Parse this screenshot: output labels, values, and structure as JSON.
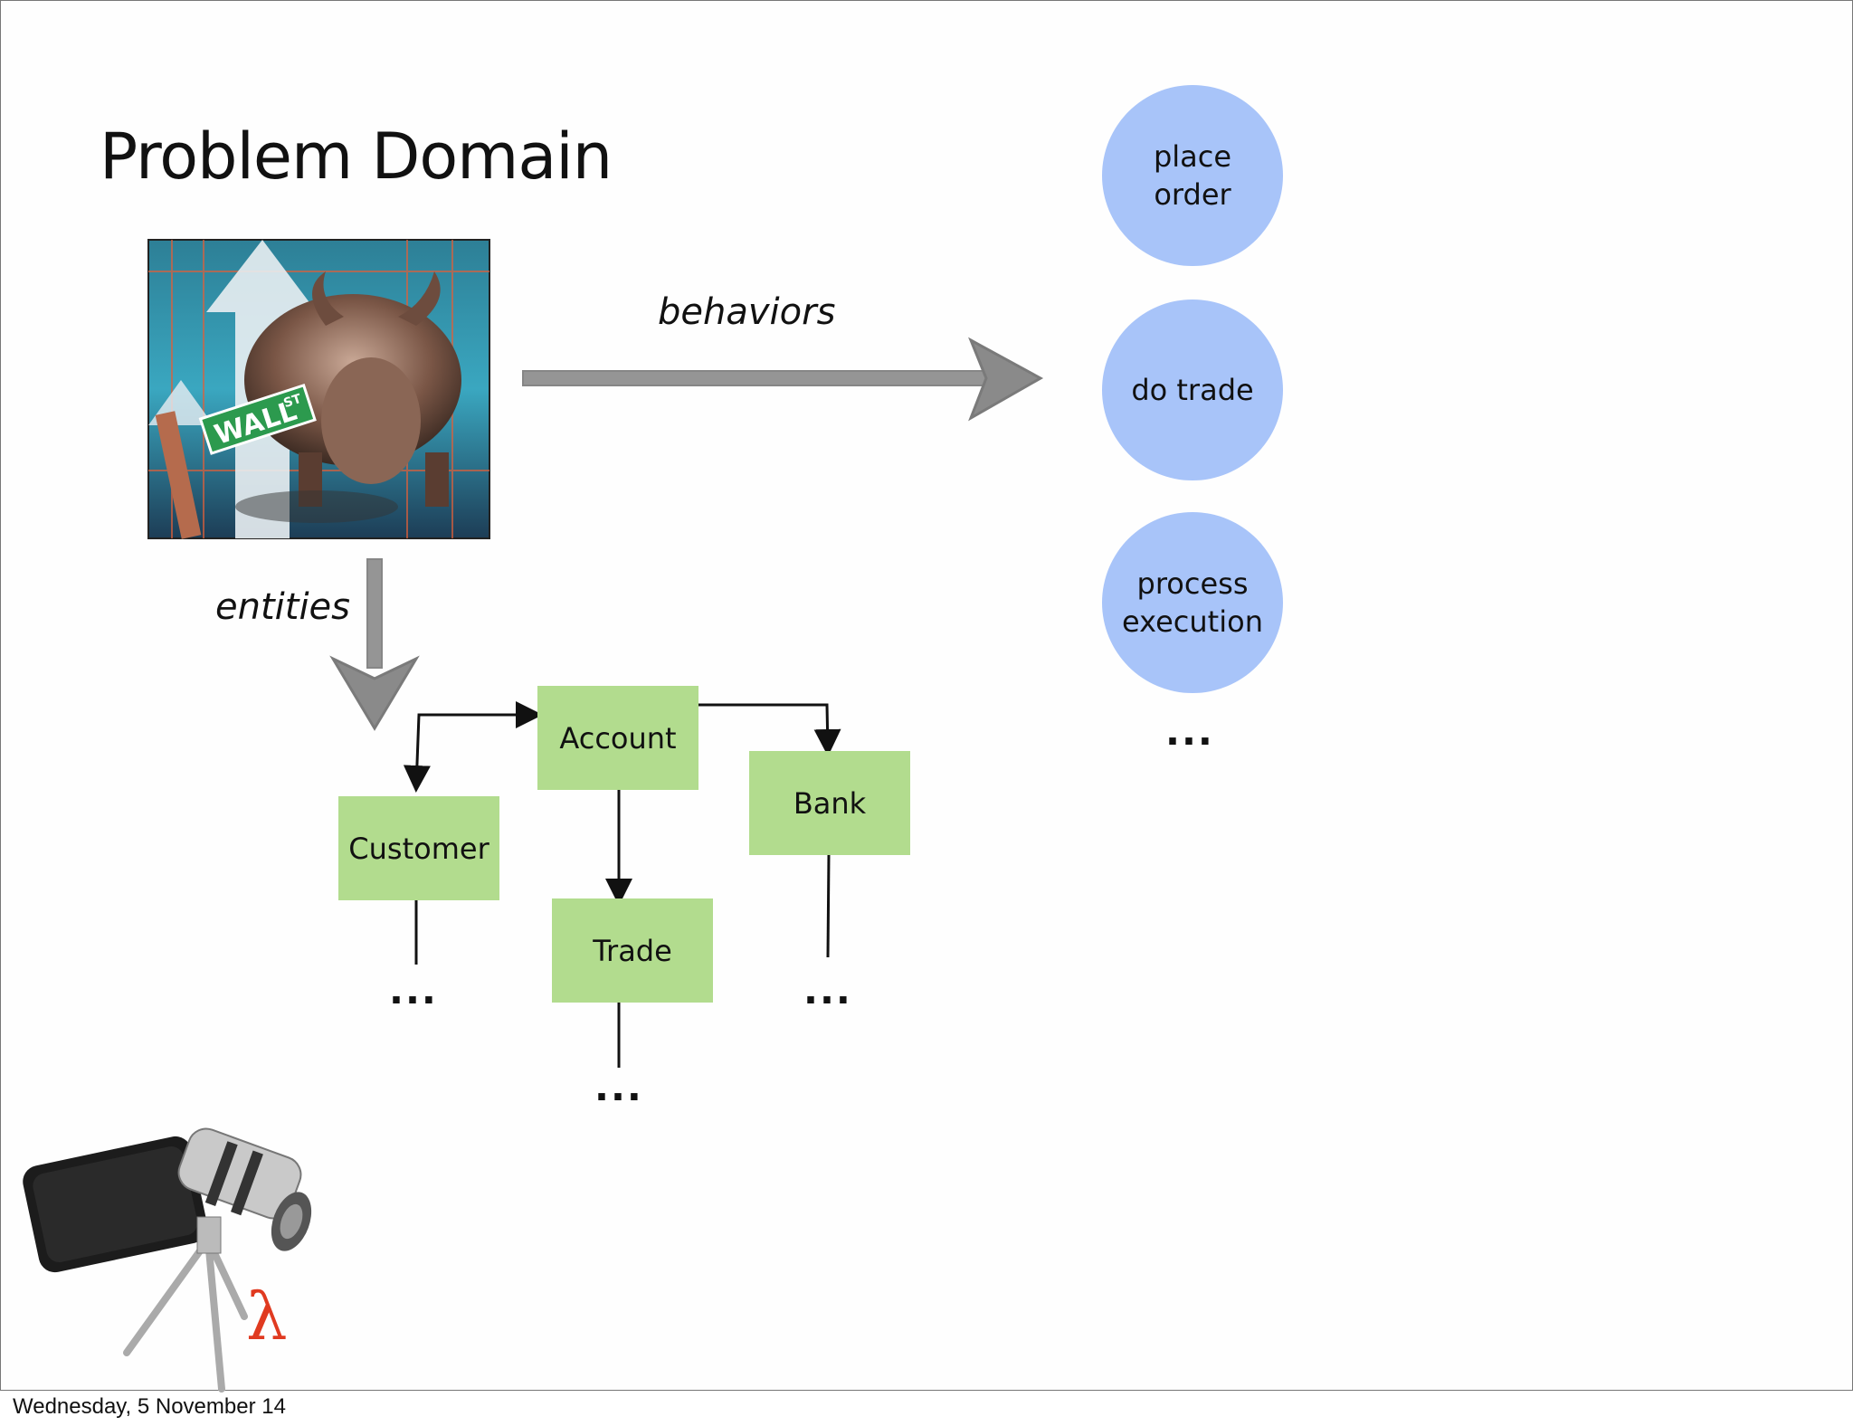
{
  "slide": {
    "title": "Problem Domain",
    "footer_date": "Wednesday, 5 November 14"
  },
  "captions": {
    "behaviors": "behaviors",
    "entities": "entities"
  },
  "images": {
    "wall_street_bull": "wall-street-bull-image",
    "wall_st_sign": "WALL ST",
    "phone_telescope": "phone-telephoto-lens-image",
    "lambda": "λ"
  },
  "entities": {
    "account": "Account",
    "customer": "Customer",
    "bank": "Bank",
    "trade": "Trade",
    "ellipsis": "..."
  },
  "behaviors": {
    "items": [
      {
        "line1": "place",
        "line2": "order"
      },
      {
        "line1": "do trade",
        "line2": ""
      },
      {
        "line1": "process",
        "line2": "execution"
      }
    ],
    "ellipsis": "..."
  },
  "colors": {
    "entity_box": "#b2dc8e",
    "behavior_circle": "#a8c4f9",
    "arrow_gray": "#8a8a8a"
  }
}
